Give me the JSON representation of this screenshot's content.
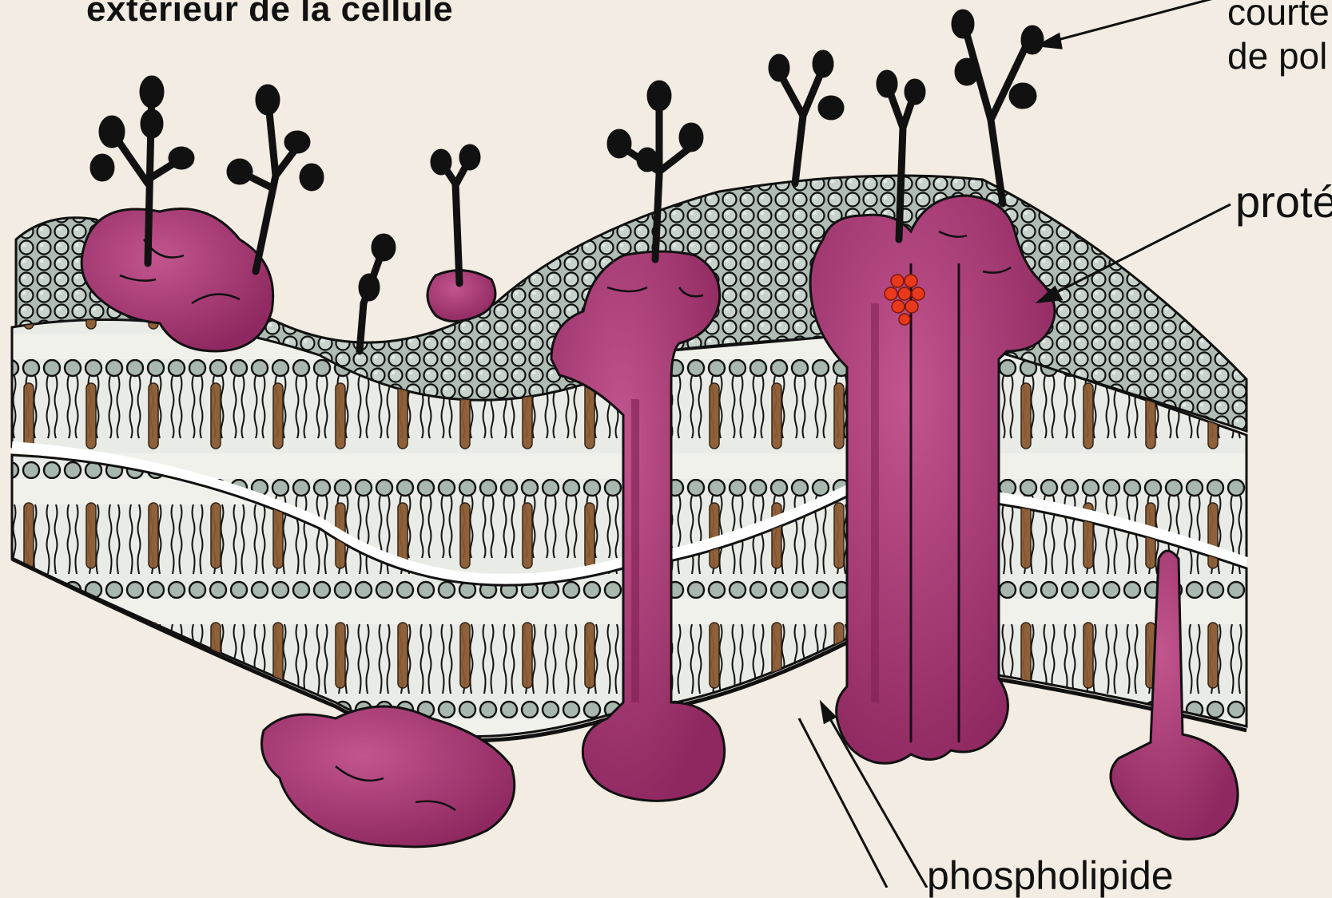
{
  "labels": {
    "outside": "extérieur de la cellule",
    "chains_line1": "courte",
    "chains_line2": "de pol",
    "protein": "protéi",
    "phospholipid": "phospholipide"
  },
  "colors": {
    "background": "#f2ece2",
    "protein": "#a3336f",
    "protein_shade": "#7e2152",
    "head": "#9fb0a6",
    "tail_light": "#e7e9e4",
    "cholesterol": "#8a5a32",
    "chain": "#111111",
    "active_site": "#e8391c",
    "outline": "#0d0d0d"
  },
  "icons": [
    "glycoprotein-chain-icon",
    "active-site-icon"
  ]
}
